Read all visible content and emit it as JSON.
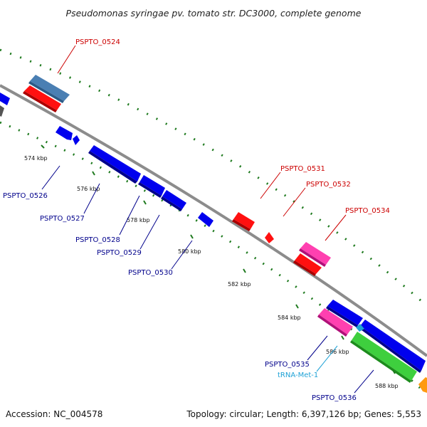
{
  "title": "Pseudomonas syringae pv. tomato str. DC3000, complete genome",
  "footer": {
    "accession": "Accession: NC_004578",
    "summary": "Topology: circular; Length: 6,397,126 bp; Genes: 5,553"
  },
  "colors": {
    "backbone": "#8c8c8c",
    "forward_label": "#cc0000",
    "reverse_label": "#00008b",
    "trna_label": "#1fa2d6",
    "gc_dots": "#1e7a1e"
  },
  "ticks": [
    "574 kbp",
    "576 kbp",
    "578 kbp",
    "580 kbp",
    "582 kbp",
    "584 kbp",
    "586 kbp",
    "588 kbp"
  ],
  "genes": [
    {
      "name": "PSPTO_0524",
      "color": "#cc0000"
    },
    {
      "name": "PSPTO_0526",
      "color": "#00008b"
    },
    {
      "name": "PSPTO_0527",
      "color": "#00008b"
    },
    {
      "name": "PSPTO_0528",
      "color": "#00008b"
    },
    {
      "name": "PSPTO_0529",
      "color": "#00008b"
    },
    {
      "name": "PSPTO_0530",
      "color": "#00008b"
    },
    {
      "name": "PSPTO_0531",
      "color": "#cc0000"
    },
    {
      "name": "PSPTO_0532",
      "color": "#cc0000"
    },
    {
      "name": "PSPTO_0534",
      "color": "#cc0000"
    },
    {
      "name": "PSPTO_0535",
      "color": "#00008b"
    },
    {
      "name": "tRNA-Met-1",
      "color": "#1fa2d6"
    },
    {
      "name": "PSPTO_0536",
      "color": "#00008b"
    }
  ]
}
